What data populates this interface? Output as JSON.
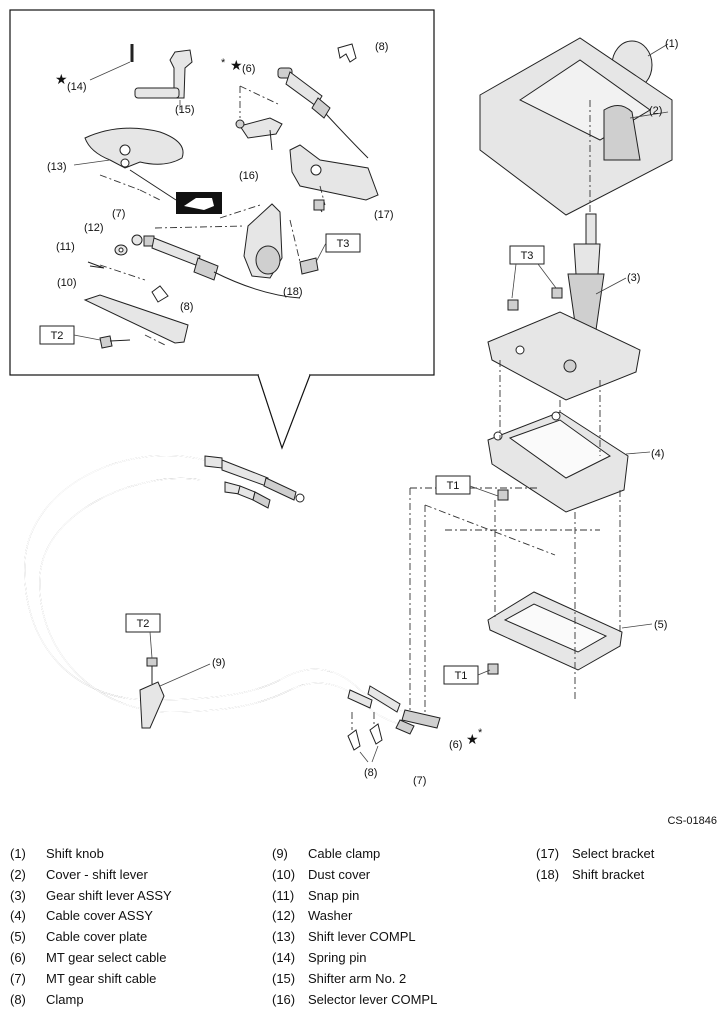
{
  "drawing_code": "CS-01846",
  "torque_tags": {
    "t1": "T1",
    "t2": "T2",
    "t3": "T3"
  },
  "callouts": {
    "c1": "(1)",
    "c2": "(2)",
    "c3": "(3)",
    "c4": "(4)",
    "c5": "(5)",
    "c6": "(6)",
    "c7": "(7)",
    "c8": "(8)",
    "c9": "(9)",
    "c10": "(10)",
    "c11": "(11)",
    "c12": "(12)",
    "c13": "(13)",
    "c14": "(14)",
    "c15": "(15)",
    "c16": "(16)",
    "c17": "(17)",
    "c18": "(18)"
  },
  "legend": {
    "col1": [
      {
        "num": "(1)",
        "name": "Shift knob"
      },
      {
        "num": "(2)",
        "name": "Cover - shift lever"
      },
      {
        "num": "(3)",
        "name": "Gear shift lever ASSY"
      },
      {
        "num": "(4)",
        "name": "Cable cover ASSY"
      },
      {
        "num": "(5)",
        "name": "Cable cover plate"
      },
      {
        "num": "(6)",
        "name": "MT gear select cable"
      },
      {
        "num": "(7)",
        "name": "MT gear shift cable"
      },
      {
        "num": "(8)",
        "name": "Clamp"
      }
    ],
    "col2": [
      {
        "num": "(9)",
        "name": "Cable clamp"
      },
      {
        "num": "(10)",
        "name": "Dust cover"
      },
      {
        "num": "(11)",
        "name": "Snap pin"
      },
      {
        "num": "(12)",
        "name": "Washer"
      },
      {
        "num": "(13)",
        "name": "Shift lever COMPL"
      },
      {
        "num": "(14)",
        "name": "Spring pin"
      },
      {
        "num": "(15)",
        "name": "Shifter arm No. 2"
      },
      {
        "num": "(16)",
        "name": "Selector lever COMPL"
      }
    ],
    "col3": [
      {
        "num": "(17)",
        "name": "Select bracket"
      },
      {
        "num": "(18)",
        "name": "Shift bracket"
      }
    ]
  }
}
